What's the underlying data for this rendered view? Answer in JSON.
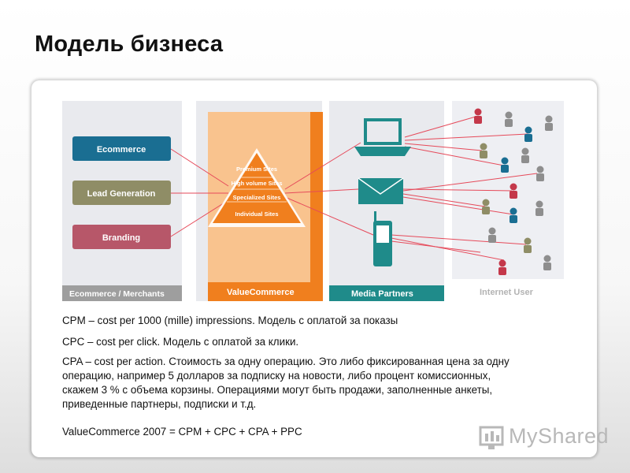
{
  "slide": {
    "title": "Модель бизнеса"
  },
  "diagram": {
    "columns": {
      "merchants": "Ecommerce / Merchants",
      "valuecommerce": "ValueCommerce",
      "media": "Media Partners",
      "internet": "Internet User"
    },
    "merchant_boxes": [
      "Ecommerce",
      "Lead Generation",
      "Branding"
    ],
    "pyramid_levels": [
      "Premium Sites",
      "High volume Sites",
      "Specialized Sites",
      "Individual Sites"
    ],
    "media_icons": [
      "laptop-icon",
      "envelope-icon",
      "mobile-phone-icon"
    ],
    "colors": {
      "ecommerce": "#1a6e92",
      "lead_generation": "#8f8d66",
      "branding": "#b75769",
      "valuecommerce": "#f07f1e",
      "media": "#1f8b8a",
      "grey_label": "#b3b3b3",
      "lines": "#e64a5a"
    }
  },
  "text": {
    "cpm": "CPM – cost per 1000 (mille) impressions. Модель с оплатой за показы",
    "cpc": "CPC – cost per click. Модель с оплатой за клики.",
    "cpa_1": "CPA – cost per action. Стоимость за одну операцию. Это либо фиксированная цена за одну",
    "cpa_2": "операцию, например 5 долларов за подписку на новости, либо процент комиссионных,",
    "cpa_3": "скажем 3 % с объема корзины. Операциями могут быть продажи, заполненные анкеты,",
    "cpa_4": "приведенные партнеры, подписки и т.д.",
    "formula": "ValueCommerce 2007  = CPM + CPC + CPA + PPC"
  },
  "watermark": {
    "text": "MyShared"
  }
}
